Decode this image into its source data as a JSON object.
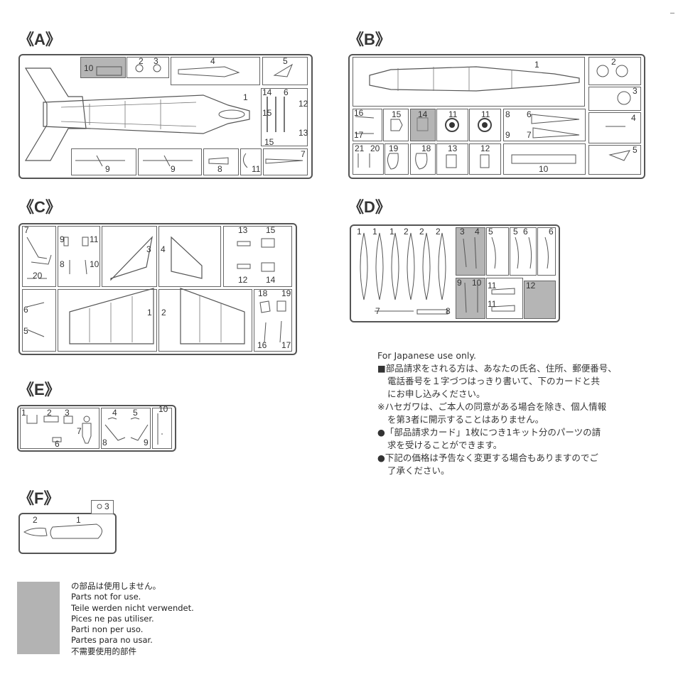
{
  "sections": {
    "A": {
      "label": "《A》",
      "nums": [
        "10",
        "2",
        "3",
        "4",
        "5",
        "1",
        "14",
        "6",
        "12",
        "15",
        "13",
        "15",
        "9",
        "9",
        "8",
        "11",
        "7"
      ]
    },
    "B": {
      "label": "《B》",
      "nums": [
        "1",
        "2",
        "3",
        "16",
        "17",
        "15",
        "14",
        "11",
        "11",
        "8",
        "6",
        "9",
        "7",
        "4",
        "21",
        "20",
        "19",
        "18",
        "13",
        "12",
        "10",
        "5"
      ]
    },
    "C": {
      "label": "《C》",
      "nums": [
        "7",
        "9",
        "11",
        "8",
        "10",
        "20",
        "3",
        "4",
        "13",
        "15",
        "12",
        "14",
        "6",
        "5",
        "1",
        "2",
        "18",
        "19",
        "16",
        "17"
      ]
    },
    "D": {
      "label": "《D》",
      "nums": [
        "1",
        "1",
        "1",
        "2",
        "2",
        "2",
        "3",
        "4",
        "5",
        "5",
        "6",
        "6",
        "9",
        "10",
        "11",
        "11",
        "12",
        "7",
        "8"
      ]
    },
    "E": {
      "label": "《E》",
      "nums": [
        "1",
        "2",
        "3",
        "4",
        "5",
        "10",
        "6",
        "7",
        "8",
        "9"
      ]
    },
    "F": {
      "label": "《F》",
      "nums": [
        "3",
        "2",
        "1"
      ]
    }
  },
  "japanese_notice": {
    "intro": "For Japanese use only.",
    "lines": [
      "■部品請求をされる方は、あなたの氏名、住所、郵便番号、",
      "電話番号を１字づつはっきり書いて、下のカードと共",
      "にお申し込みください。",
      "※ハセガワは、ご本人の同意がある場合を除き、個人情報",
      "を第3者に開示することはありません。",
      "●「部品請求カード」1枚につき1キット分のパーツの請",
      "求を受けることができます。",
      "●下記の価格は予告なく変更する場合もありますのでご",
      "了承ください。"
    ]
  },
  "legend": {
    "color": "#b3b3b3",
    "lines": [
      "の部品は使用しません。",
      "Parts not for use.",
      "Teile werden nicht verwendet.",
      "Pices  ne pas utiliser.",
      "Parti non per uso.",
      "Partes para no usar.",
      "不需要使用的部件"
    ]
  }
}
